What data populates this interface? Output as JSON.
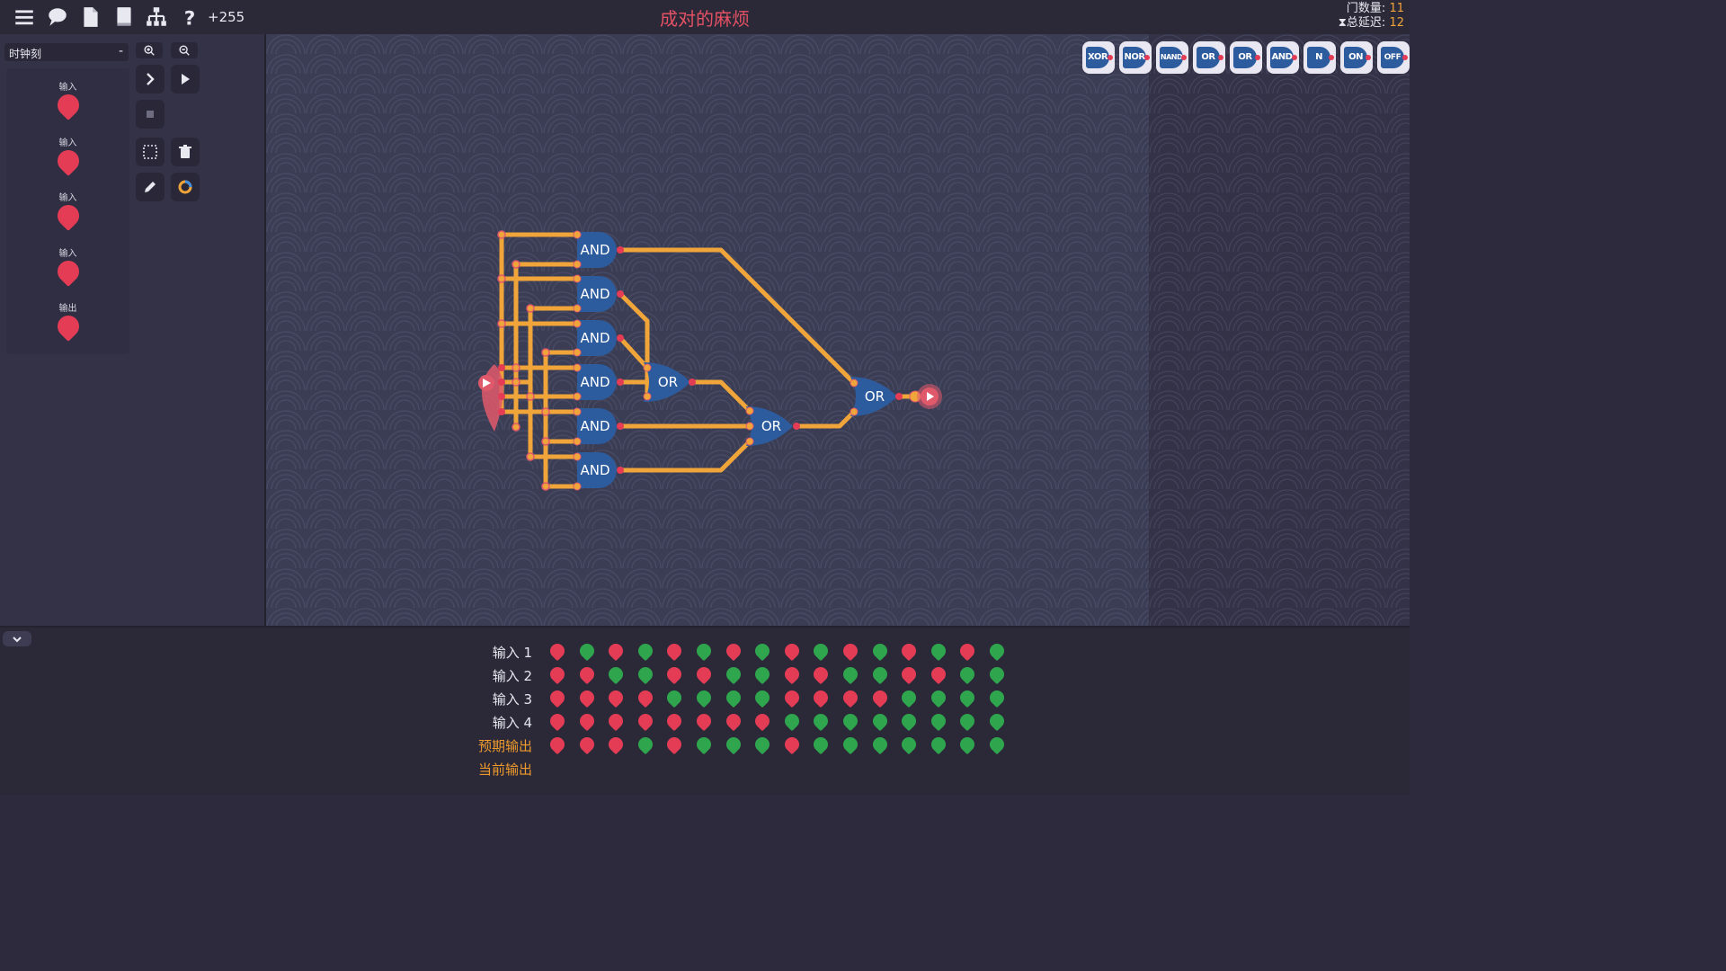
{
  "top_bar": {
    "icons": [
      "menu-icon",
      "chat-icon",
      "file-icon",
      "book-icon",
      "hierarchy-icon",
      "help-icon"
    ],
    "counter": "+255",
    "title": "成对的麻烦",
    "gate_count_label": "门数量:",
    "gate_count": "11",
    "delay_label": "总延迟:",
    "delay": "12"
  },
  "left_panel": {
    "clock_label": "时钟刻",
    "clock_toggle": "-",
    "io": [
      {
        "label": "输入"
      },
      {
        "label": "输入"
      },
      {
        "label": "输入"
      },
      {
        "label": "输入"
      },
      {
        "label": "输出"
      }
    ]
  },
  "palette": [
    "XOR",
    "NOR",
    "NAND",
    "OR",
    "OR",
    "AND",
    "N",
    "ON",
    "OFF"
  ],
  "circuit": {
    "and_gates": [
      "AND",
      "AND",
      "AND",
      "AND",
      "AND",
      "AND"
    ],
    "or_gates": [
      "OR",
      "OR",
      "OR"
    ]
  },
  "truth_table": {
    "rows": [
      {
        "label": "输入 1",
        "style": "white",
        "values": [
          0,
          1,
          0,
          1,
          0,
          1,
          0,
          1,
          0,
          1,
          0,
          1,
          0,
          1,
          0,
          1
        ]
      },
      {
        "label": "输入 2",
        "style": "white",
        "values": [
          0,
          0,
          1,
          1,
          0,
          0,
          1,
          1,
          0,
          0,
          1,
          1,
          0,
          0,
          1,
          1
        ]
      },
      {
        "label": "输入 3",
        "style": "white",
        "values": [
          0,
          0,
          0,
          0,
          1,
          1,
          1,
          1,
          0,
          0,
          0,
          0,
          1,
          1,
          1,
          1
        ]
      },
      {
        "label": "输入 4",
        "style": "white",
        "values": [
          0,
          0,
          0,
          0,
          0,
          0,
          0,
          0,
          1,
          1,
          1,
          1,
          1,
          1,
          1,
          1
        ]
      },
      {
        "label": "预期输出",
        "style": "orange",
        "values": [
          0,
          0,
          0,
          1,
          0,
          1,
          1,
          1,
          0,
          1,
          1,
          1,
          1,
          1,
          1,
          1
        ]
      },
      {
        "label": "当前输出",
        "style": "orange",
        "values": []
      }
    ]
  },
  "colors": {
    "on": "#2fa64e",
    "off": "#e53c56",
    "wire": "#f0a53a",
    "gate": "#2d5c9e",
    "title": "#e35164"
  }
}
